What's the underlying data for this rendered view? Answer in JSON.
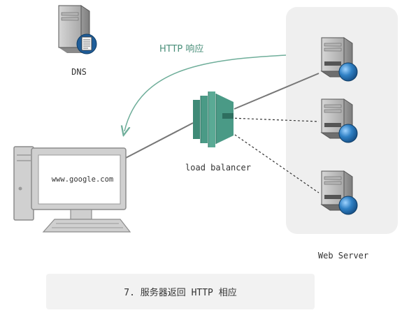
{
  "nodes": {
    "dns_label": "DNS",
    "client_screen_text": "www.google.com",
    "load_balancer_label": "load balancer",
    "server_group_label": "Web Server"
  },
  "edges": {
    "response_label": "HTTP 响应"
  },
  "caption": "7. 服务器返回 HTTP 相应",
  "colors": {
    "server_group_bg": "#efefef",
    "response_arrow": "#6fae9a",
    "load_balancer": "#4a9a86",
    "connection_line": "#777777",
    "globe": "#2f80c4"
  },
  "icons": [
    "dns-server-icon",
    "computer-icon",
    "load-balancer-icon",
    "web-server-icon",
    "globe-icon"
  ]
}
